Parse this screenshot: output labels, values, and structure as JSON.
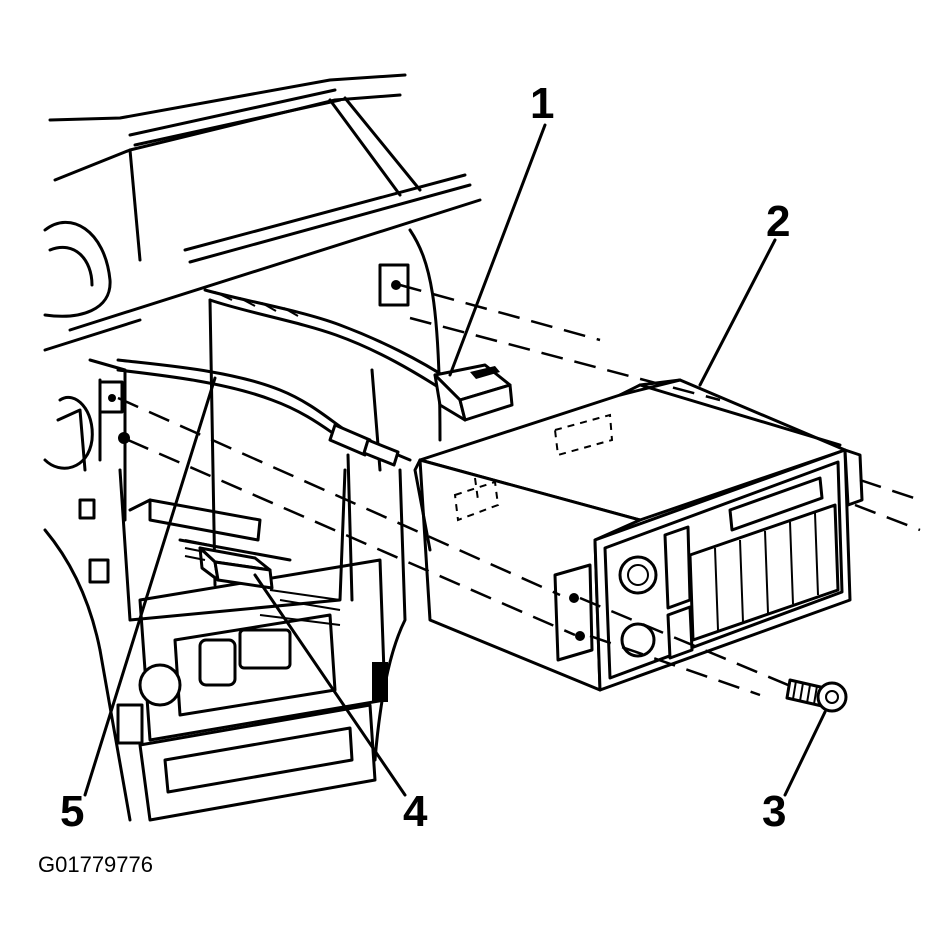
{
  "figure_id": "G01779776",
  "callouts": [
    {
      "id": "1",
      "label": "1"
    },
    {
      "id": "2",
      "label": "2"
    },
    {
      "id": "3",
      "label": "3"
    },
    {
      "id": "4",
      "label": "4"
    },
    {
      "id": "5",
      "label": "5"
    }
  ]
}
